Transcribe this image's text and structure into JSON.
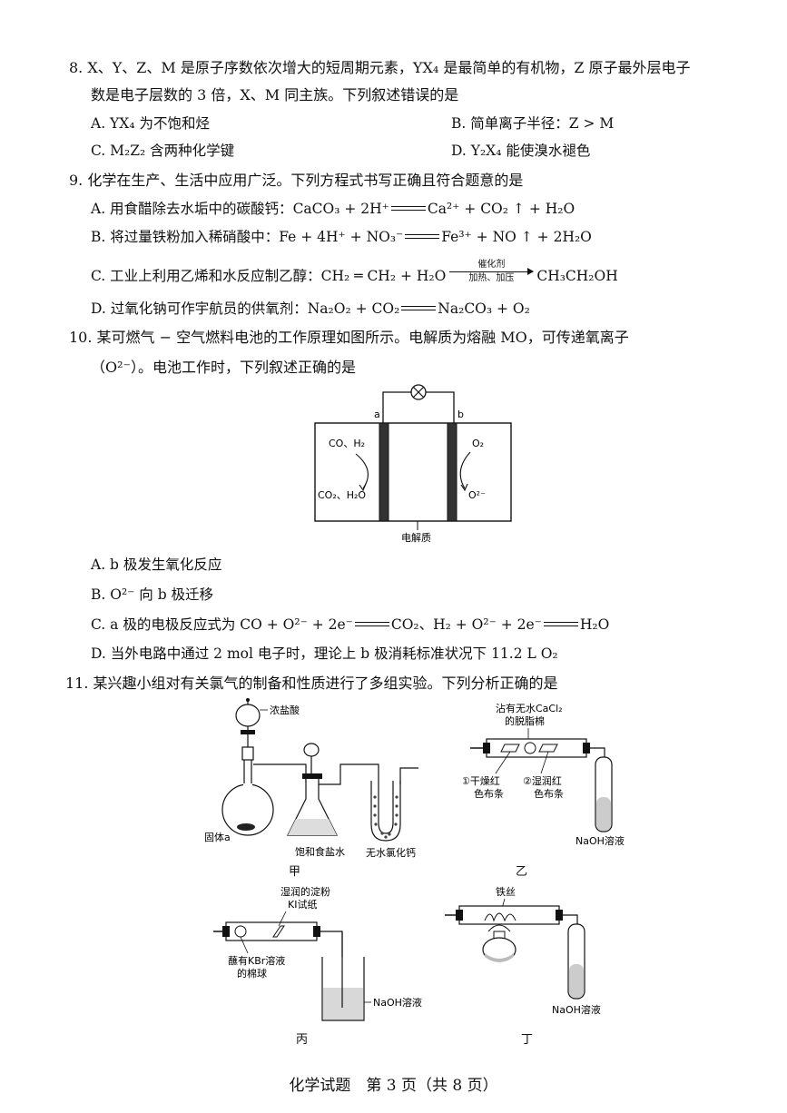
{
  "q8": {
    "stem_line1": "8. X、Y、Z、M 是原子序数依次增大的短周期元素，YX₄ 是最简单的有机物，Z 原子最外层电子",
    "stem_line2": "数是电子层数的 3 倍，X、M 同主族。下列叙述错误的是",
    "opt_a": "A. YX₄ 为不饱和烃",
    "opt_b": "B. 简单离子半径：Z > M",
    "opt_c": "C. M₂Z₂ 含两种化学键",
    "opt_d": "D. Y₂X₄ 能使溴水褪色"
  },
  "q9": {
    "stem": "9. 化学在生产、生活中应用广泛。下列方程式书写正确且符合题意的是",
    "opt_a_text": "A. 用食醋除去水垢中的碳酸钙：",
    "opt_a_lhs": "CaCO₃ + 2H⁺",
    "opt_a_rhs": "Ca²⁺ + CO₂ ↑ + H₂O",
    "opt_b_text": "B. 将过量铁粉加入稀硝酸中：",
    "opt_b_lhs": "Fe + 4H⁺ + NO₃⁻",
    "opt_b_rhs": "Fe³⁺ + NO ↑ + 2H₂O",
    "opt_c_text": "C. 工业上利用乙烯和水反应制乙醇：",
    "opt_c_lhs": "CH₂ ═ CH₂ + H₂O",
    "opt_c_cond_top": "催化剂",
    "opt_c_cond_bot": "加热、加压",
    "opt_c_rhs": "CH₃CH₂OH",
    "opt_d_text": "D. 过氧化钠可作宇航员的供氧剂：",
    "opt_d_lhs": "Na₂O₂ + CO₂",
    "opt_d_rhs": "Na₂CO₃ + O₂"
  },
  "q10": {
    "stem_line1": "10. 某可燃气 − 空气燃料电池的工作原理如图所示。电解质为熔融 MO，可传递氧离子",
    "stem_line2": "（O²⁻）。电池工作时，下列叙述正确的是",
    "fig": {
      "label_a": "a",
      "label_b": "b",
      "left_in": "CO、H₂",
      "left_out": "CO₂、H₂O",
      "right_in": "O₂",
      "right_out": "O²⁻",
      "electrolyte": "电解质"
    },
    "opt_a": "A. b 极发生氧化反应",
    "opt_b": "B. O²⁻ 向 b 极迁移",
    "opt_c_text": "C. a 极的电极反应式为 CO + O²⁻ + 2e⁻",
    "opt_c_mid": "CO₂、H₂ + O²⁻ + 2e⁻",
    "opt_c_end": "H₂O",
    "opt_d": "D. 当外电路中通过 2 mol 电子时，理论上 b 极消耗标准状况下 11.2 L O₂"
  },
  "q11": {
    "stem": "11. 某兴趣小组对有关氯气的制备和性质进行了多组实验。下列分析正确的是",
    "jia": {
      "conc_hcl": "浓盐酸",
      "solid": "固体a",
      "brine": "饱和食盐水",
      "cacl2": "无水氯化钙",
      "caption": "甲"
    },
    "yi": {
      "cotton_line1": "沾有无水CaCl₂",
      "cotton_line2": "的脱脂棉",
      "dry_line1": "①干燥红",
      "dry_line2": "色布条",
      "wet_line1": "②湿润红",
      "wet_line2": "色布条",
      "naoh": "NaOH溶液",
      "caption": "乙"
    },
    "bing": {
      "paper_line1": "湿润的淀粉",
      "paper_line2": "KI试纸",
      "ball_line1": "蘸有KBr溶液",
      "ball_line2": "的棉球",
      "naoh": "NaOH溶液",
      "caption": "丙"
    },
    "ding": {
      "wire": "铁丝",
      "naoh": "NaOH溶液",
      "caption": "丁"
    }
  },
  "footer": "化学试题　第 3 页（共 8 页）"
}
